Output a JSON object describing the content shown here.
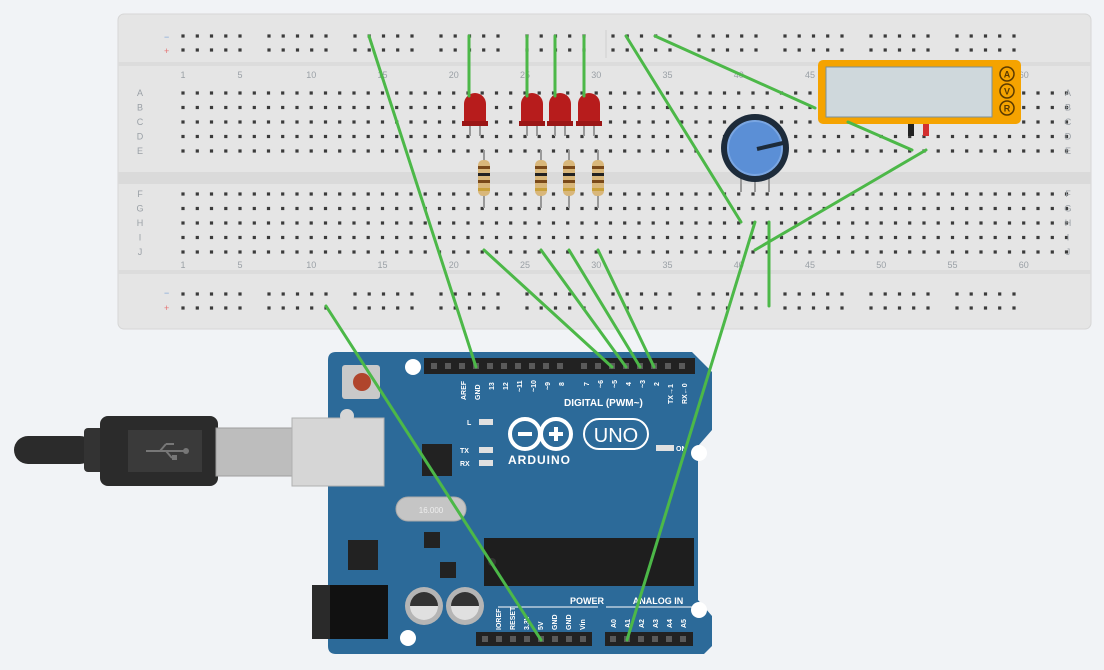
{
  "breadboard": {
    "column_numbers": [
      "1",
      "5",
      "10",
      "15",
      "20",
      "25",
      "30",
      "35",
      "40",
      "45",
      "50",
      "55",
      "60"
    ],
    "row_letters_top": [
      "A",
      "B",
      "C",
      "D",
      "E"
    ],
    "row_letters_bottom": [
      "F",
      "G",
      "H",
      "I",
      "J"
    ],
    "rail_minus": "−",
    "rail_plus": "+"
  },
  "multimeter": {
    "buttons": [
      "A",
      "V",
      "R"
    ],
    "color": "#f5a300"
  },
  "arduino": {
    "brand": "ARDUINO",
    "model": "UNO",
    "digital_label": "DIGITAL (PWM~)",
    "power_label": "POWER",
    "analog_label": "ANALOG IN",
    "on_label": "ON",
    "led_labels": [
      "L",
      "TX",
      "RX"
    ],
    "crystal_label": "16.000",
    "digital_pins_left": [
      "AREF",
      "GND",
      "13",
      "12",
      "~11",
      "~10",
      "~9",
      "8"
    ],
    "digital_pins_right": [
      "7",
      "~6",
      "~5",
      "4",
      "~3",
      "2",
      "TX→1",
      "RX←0"
    ],
    "power_pins": [
      "IOREF",
      "RESET",
      "3.3V",
      "5V",
      "GND",
      "GND",
      "Vin"
    ],
    "analog_pins": [
      "A0",
      "A1",
      "A2",
      "A3",
      "A4",
      "A5"
    ],
    "board_color": "#2c6a99"
  },
  "colors": {
    "wire": "#4cb848",
    "led": "#b71c1c",
    "breadboard": "#e5e5e5",
    "pot_knob": "#5b8fd6"
  }
}
